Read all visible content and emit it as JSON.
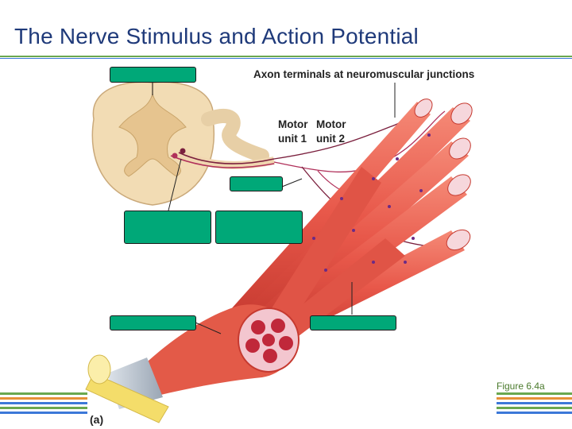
{
  "slide": {
    "title": "The Nerve Stimulus and Action Potential",
    "figure_ref": "Figure 6.4a",
    "part_label": "(a)"
  },
  "labels": {
    "axon_terminals": "Axon terminals at neuromuscular junctions",
    "motor_unit_1_line1": "Motor",
    "motor_unit_1_line2": "unit 1",
    "motor_unit_2_line1": "Motor",
    "motor_unit_2_line2": "unit 2"
  },
  "colors": {
    "title": "#1f3a7a",
    "label_box": "#00a878",
    "muscle": "#e8584a",
    "spinal_cord": "#f2dcb4",
    "tendon": "#f4dd6a",
    "footer_green": "#6aa84f",
    "footer_blue": "#3c78d8",
    "footer_orange": "#e69138"
  }
}
